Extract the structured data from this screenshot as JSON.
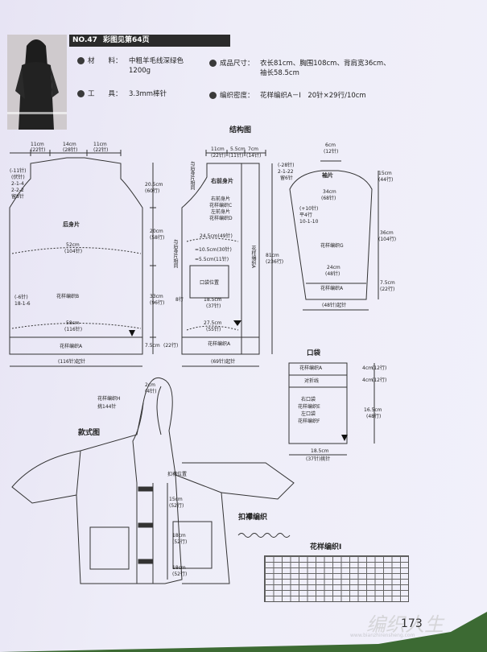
{
  "header": {
    "pattern_no": "NO.47",
    "photo_ref": "彩图见第64页"
  },
  "specs": {
    "material_label": "材　　料：",
    "material_value_1": "中粗羊毛线深绿色",
    "material_value_2": "1200g",
    "tools_label": "工　　具：",
    "tools_value": "3.3mm棒针",
    "size_label": "成品尺寸：",
    "size_value_1": "衣长81cm、胸围108cm、背肩宽36cm、",
    "size_value_2": "袖长58.5cm",
    "gauge_label": "编织密度：",
    "gauge_value": "花样编织A－I　20针×29行/10cm"
  },
  "section_titles": {
    "structure": "结构图",
    "style": "款式图",
    "button_loop": "扣襻编织",
    "pattern_i": "花样编织I",
    "pocket": "口袋"
  },
  "back": {
    "title": "后身片",
    "top_left": "11cm",
    "top_left_st": "(22针)",
    "top_mid": "14cm",
    "top_mid_st": "(28针)",
    "top_right": "11cm",
    "top_right_st": "(22针)",
    "shoulder_note": [
      "(-11针)",
      "(伏针)",
      "2-1-4",
      "2-2-2",
      "留8针"
    ],
    "armhole": "20.5cm",
    "armhole_rows": "(60行)",
    "mid_h": "20cm",
    "mid_h_rows": "(58行)",
    "low_h": "33cm",
    "low_h_rows": "(96行)",
    "rib_h": "7.5cm",
    "rib_h_rows": "(22行)",
    "chest": "52cm",
    "chest_st": "(104针)",
    "hem": "58cm",
    "hem_st": "(116针)",
    "dec_note": [
      "(-6针)",
      "18-1-6"
    ],
    "pattern_b": "花样编织B",
    "pattern_a": "花样编织A",
    "cast_on": "(116针)起针"
  },
  "front": {
    "title": "右前身片",
    "top_a": "11cm",
    "top_a_st": "(22针)",
    "top_b": "5.5cm",
    "top_b_st": "(11针)",
    "top_c": "7cm",
    "top_c_st": "(14针)",
    "side_note": "与后身片相同",
    "side_note_2": "与后身片相同",
    "pattern_cde": [
      "右前身片",
      "花样编织C",
      "左前身片",
      "花样编织D"
    ],
    "width_1": "24.5cm(49针)",
    "width_2": "=10.5cm(30针)",
    "width_3": "=5.5cm(11针)",
    "pocket_pos": "口袋位置",
    "pocket_w": "18.5cm",
    "pocket_w_st": "(37针)",
    "row8": "8行",
    "bottom_w": "27.5cm",
    "bottom_w_st": "(55针)",
    "length": "81cm",
    "length_rows": "(236行)",
    "band_pattern": "花样编织A",
    "pattern_a": "花样编织A",
    "cast_on": "(69针)起针"
  },
  "sleeve": {
    "title": "袖片",
    "top": "6cm",
    "top_st": "(12针)",
    "cap_note": [
      "(-28针)",
      "2-1-22",
      "留6针"
    ],
    "cap_h": "15cm",
    "cap_h_rows": "(44行)",
    "width": "34cm",
    "width_st": "(68针)",
    "inc_note": [
      "(+10针)",
      "平4行",
      "10-1-10"
    ],
    "pattern_g": "花样编织G",
    "body_h": "36cm",
    "body_h_rows": "(104行)",
    "cuff_w": "24cm",
    "cuff_w_st": "(48针)",
    "cuff_h": "7.5cm",
    "cuff_h_rows": "(22行)",
    "pattern_a": "花样编织A",
    "cast_on": "(48针)起针"
  },
  "pocket": {
    "pattern_a": "花样编织A",
    "fold": "对折线",
    "h1": "4cm",
    "h1_rows": "(12行)",
    "h2": "4cm",
    "h2_rows": "(12行)",
    "h3": "16.5cm",
    "h3_rows": "(48行)",
    "patterns": [
      "右口袋",
      "花样编织E",
      "左口袋",
      "花样编织F"
    ],
    "width": "18.5cm",
    "cast_on": "(37针)挑针"
  },
  "hood": {
    "top": "2cm",
    "top_st": "(4针)",
    "pattern_h": "花样编织H",
    "pick": "挑144针"
  },
  "style": {
    "loop_pos": "扣襻位置",
    "d1": "15cm",
    "d1_rows": "(52行)",
    "d2": "18cm",
    "d2_rows": "(52行)",
    "d3": "18cm",
    "d3_rows": "(52行)"
  },
  "page_number": "173",
  "watermark": "编织人生",
  "watermark_url": "www.bianzhirensheng.com"
}
